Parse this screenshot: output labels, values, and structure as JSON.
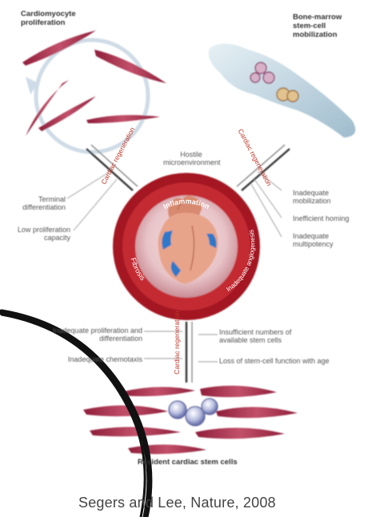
{
  "panels": {
    "top_left_title": "Cardiomyocyte proliferation",
    "top_right_title": "Bone-marrow stem-cell mobilization",
    "bottom_title": "Resident cardiac stem cells"
  },
  "center": {
    "hostile_label": "Hostile microenvironment",
    "ring_top": "Inflammation",
    "ring_left": "Fibrosis",
    "ring_right": "Inadequate angiogenesis"
  },
  "regeneration": {
    "left": "Cardiac regeneration",
    "right": "Cardiac regeneration",
    "bottom": "Cardiac regeneration"
  },
  "barriers_left": [
    "Terminal differentiation",
    "Low proliferation capacity"
  ],
  "barriers_right": [
    "Inadequate mobilization",
    "Inefficient homing",
    "Inadequate multipotency"
  ],
  "barriers_bottom_left": [
    "Inadequate proliferation and differentiation",
    "Inadequate chemotaxis"
  ],
  "barriers_bottom_right": [
    "Insufficient numbers of available stem cells",
    "Loss of stem-cell function with age"
  ],
  "credit": "Segers and Lee, Nature, 2008",
  "colors": {
    "ring_dark": "#a31520",
    "ring_mid": "#c42a33",
    "muscle": "#a8304a",
    "heart": "#e8a48a",
    "vessel_blue": "#2d78c8",
    "bone": "#c9dbe6"
  }
}
